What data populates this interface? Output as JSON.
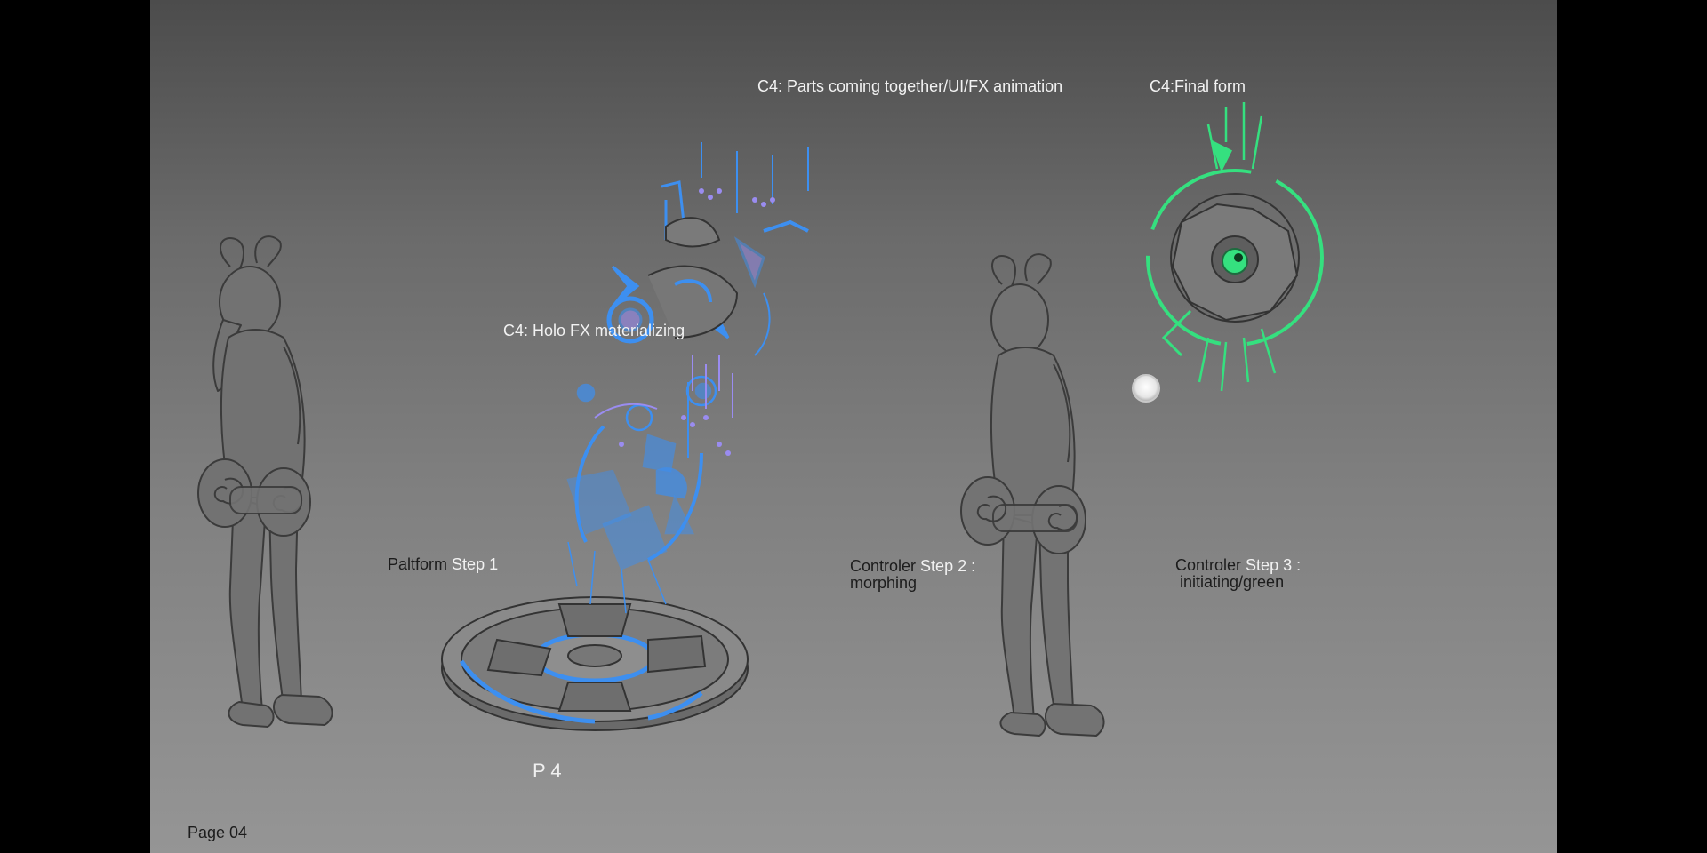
{
  "labels": {
    "parts": "C4: Parts coming together/UI/FX animation",
    "final": "C4:Final form",
    "holo": "C4: Holo FX materializing",
    "step1_a": "Paltform",
    "step1_b": "Step 1",
    "step2_a": "Controler",
    "step2_b": "Step 2",
    "step2_c": ":",
    "step2_d": "morphing",
    "step3_a": "Controler",
    "step3_b": "Step 3",
    "step3_c": ":",
    "step3_d": "initiating/green",
    "panel": "P 4",
    "page": "Page 04"
  },
  "colors": {
    "holo_blue": "#3d8ff0",
    "holo_violet": "#9a8cf0",
    "final_green": "#35e07f",
    "sketch_line": "#3b3b3b",
    "figure_fill": "#727272"
  },
  "icons": [
    "character-sketch",
    "platform-disc",
    "controller-device",
    "white-orb"
  ]
}
